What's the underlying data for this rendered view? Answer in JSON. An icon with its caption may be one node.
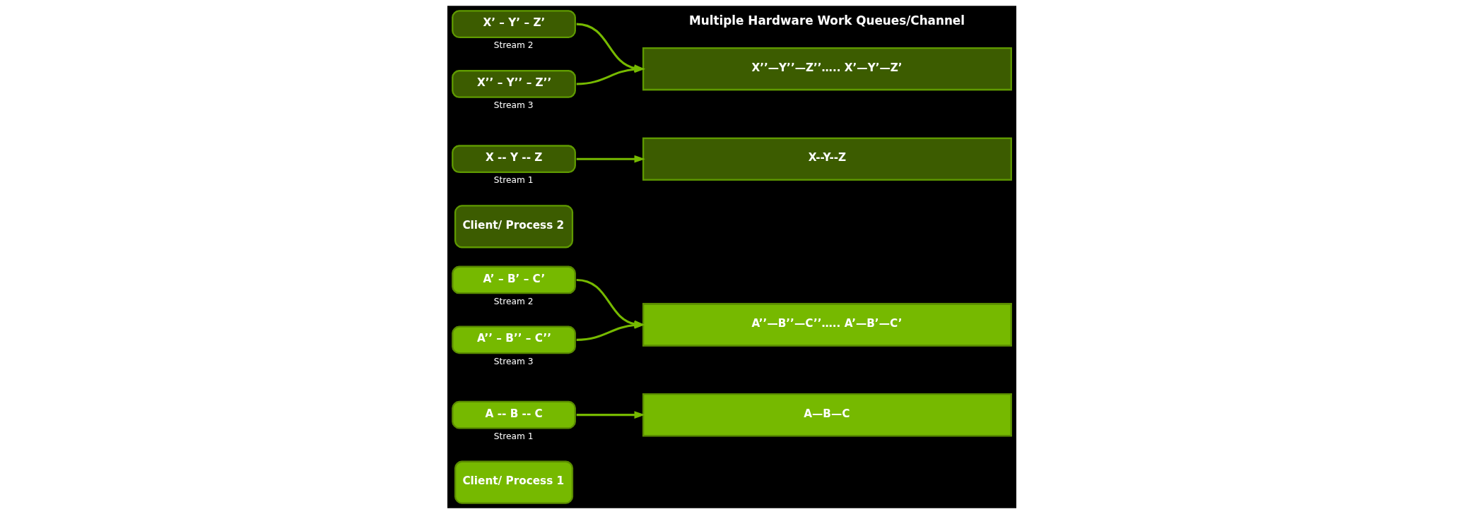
{
  "diagram": {
    "nodes": [
      {
        "text": [
          "Client/ Process 1"
        ]
      },
      {
        "text": [
          "A -- B -- C"
        ],
        "beside": [
          "Stream 1"
        ]
      },
      {
        "text": [
          "A’ – B’ – C’"
        ],
        "beside": [
          "Stream 2"
        ]
      },
      {
        "text": [
          "A’’ – B’’ – C’’"
        ],
        "beside": [
          "Stream 3"
        ]
      },
      {
        "text": [
          "A—B—C"
        ]
      },
      {
        "text": [
          "A’’—B’’—C’’….. A’—B’—C’"
        ]
      },
      {
        "text": [
          "Client/ Process 2"
        ]
      },
      {
        "text": [
          "X -- Y -- Z"
        ],
        "beside": [
          "Stream 1"
        ]
      },
      {
        "text": [
          "X’ – Y’ – Z’"
        ],
        "beside": [
          "Stream 2"
        ]
      },
      {
        "text": [
          "X’’ – Y’’ – Z’’"
        ],
        "beside": [
          "Stream 3"
        ]
      },
      {
        "text": [
          "X--Y--Z"
        ]
      },
      {
        "text": [
          "X’’—Y’’—Z’’….. X’—Y’—Z’"
        ]
      }
    ],
    "edges": [
      {
        "from": 1,
        "to": 4,
        "arrow": "to"
      },
      {
        "from": 2,
        "to": 5,
        "arrow": "to"
      },
      {
        "from": 3,
        "to": 5,
        "arrow": "to"
      },
      {
        "from": 7,
        "to": 10,
        "arrow": "to"
      },
      {
        "from": 8,
        "to": 11,
        "arrow": "to"
      },
      {
        "from": 9,
        "to": 11,
        "arrow": "to"
      }
    ],
    "labels": [
      "Multiple Hardware Work Queues/Channel"
    ]
  }
}
